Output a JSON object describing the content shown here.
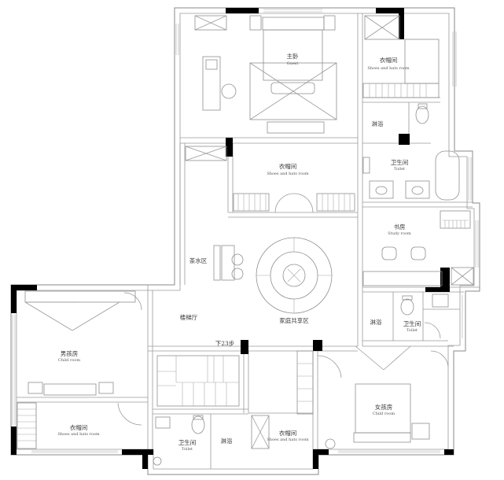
{
  "plan": {
    "rooms": [
      {
        "id": "master",
        "zh": "主卧",
        "en": "Guest"
      },
      {
        "id": "closet-tr",
        "zh": "衣帽间",
        "en": "Shoes and hats room"
      },
      {
        "id": "shower-tr",
        "zh": "淋浴",
        "en": ""
      },
      {
        "id": "toilet-tr",
        "zh": "卫生间",
        "en": "Toilet"
      },
      {
        "id": "closet-center",
        "zh": "衣帽间",
        "en": "Shoes and hats room"
      },
      {
        "id": "study",
        "zh": "书房",
        "en": "Study room"
      },
      {
        "id": "water-bar",
        "zh": "茶水区",
        "en": ""
      },
      {
        "id": "stair-hall",
        "zh": "楼梯厅",
        "en": ""
      },
      {
        "id": "family-hall",
        "zh": "家庭共享区",
        "en": ""
      },
      {
        "id": "shower-mr",
        "zh": "淋浴",
        "en": ""
      },
      {
        "id": "toilet-mr",
        "zh": "卫生间",
        "en": "Toilet"
      },
      {
        "id": "boy-room",
        "zh": "男孩房",
        "en": "Child room"
      },
      {
        "id": "closet-bl",
        "zh": "衣帽间",
        "en": "Shoes and hats room"
      },
      {
        "id": "toilet-bc",
        "zh": "卫生间",
        "en": "Toilet"
      },
      {
        "id": "shower-bc",
        "zh": "淋浴",
        "en": ""
      },
      {
        "id": "closet-bc",
        "zh": "衣帽间",
        "en": "Shoes and hats room"
      },
      {
        "id": "girl-room",
        "zh": "女孩房",
        "en": "Child room"
      }
    ],
    "stair_note": "下23步"
  }
}
